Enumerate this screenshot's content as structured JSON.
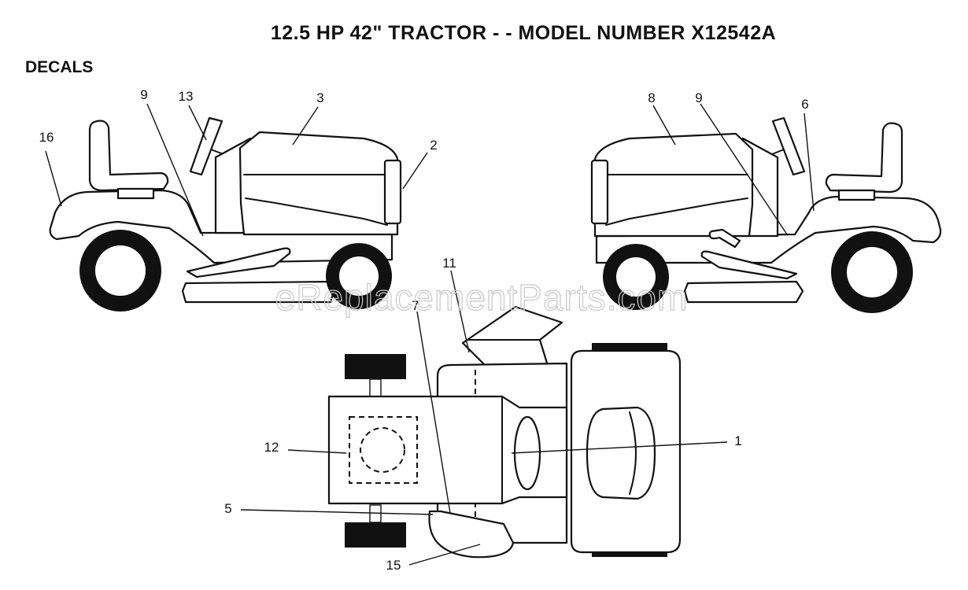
{
  "header": {
    "title": "12.5 HP 42\" TRACTOR - - MODEL NUMBER X12542A",
    "section": "DECALS"
  },
  "watermark": "eReplacementParts.com",
  "callouts": [
    "1",
    "2",
    "3",
    "5",
    "6",
    "7",
    "8",
    "9",
    "9",
    "11",
    "12",
    "13",
    "15",
    "16"
  ],
  "colors": {
    "line": "#111111",
    "background": "#ffffff",
    "watermark": "#c8c8c8"
  }
}
